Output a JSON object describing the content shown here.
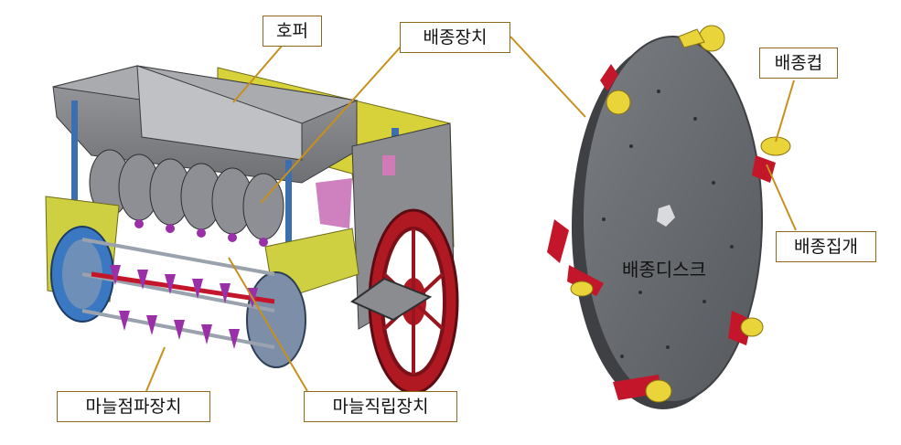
{
  "labels": {
    "hopper": "호퍼",
    "seeding_device": "배종장치",
    "seeding_cup": "배종컵",
    "seeding_gripper": "배종집개",
    "seeding_disc": "배종디스크",
    "garlic_planting_device": "마늘점파장치",
    "garlic_upright_device": "마늘직립장치"
  },
  "colors": {
    "leader": "#c8901a",
    "box_border": "#8a6a1a",
    "disc": "#6b6e73",
    "disc_edge": "#3e4044",
    "hopper": "#8c8e92",
    "frame_yellow": "#d8d23a",
    "wheel_red": "#b01822",
    "cup_yellow": "#e9d43a",
    "gripper_red": "#c4162a",
    "purple": "#9a2fa8"
  }
}
